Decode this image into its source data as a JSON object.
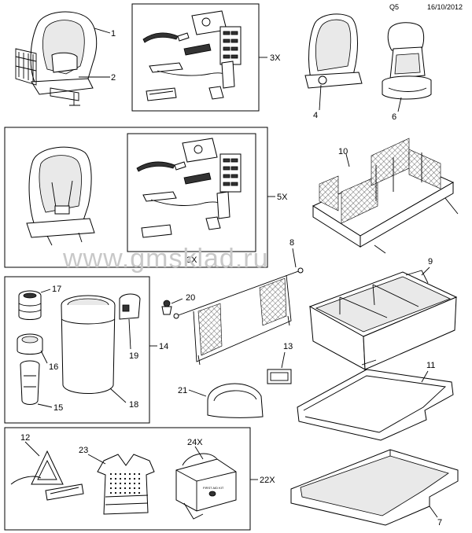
{
  "header": {
    "code": "Q5",
    "date": "16/10/2012"
  },
  "watermark": "www.gmsklad.ru",
  "callouts": {
    "c1": "1",
    "c2": "2",
    "c4": "4",
    "c6": "6",
    "c3x_top": "3X",
    "c5x": "5X",
    "c3x_inner": "3X",
    "c7": "7",
    "c8": "8",
    "c9": "9",
    "c10": "10",
    "c11": "11",
    "c12": "12",
    "c13": "13",
    "c14": "14",
    "c15": "15",
    "c16": "16",
    "c17": "17",
    "c18": "18",
    "c19": "19",
    "c20": "20",
    "c21": "21",
    "c22x": "22X",
    "c23": "23",
    "c24x": "24X"
  },
  "labels": {
    "first_aid": "FIRST AID KIT"
  },
  "icons": [
    "child-seat-icon",
    "booster-seat-icon",
    "tether-kit-icon",
    "cargo-organizer-icon",
    "cargo-net-icon",
    "cargo-box-icon",
    "trunk-mat-icon",
    "trunk-tray-icon",
    "warning-triangle-icon",
    "safety-vest-icon",
    "first-aid-kit-icon",
    "cup-holder-icon",
    "coin-holder-icon",
    "ash-tray-icon",
    "waste-bin-icon"
  ]
}
